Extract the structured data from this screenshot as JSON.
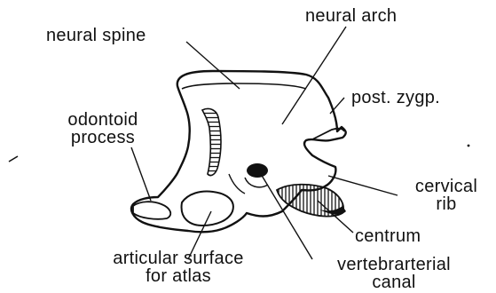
{
  "labels": {
    "neural_spine": "neural spine",
    "neural_arch": "neural arch",
    "post_zygp": "post. zygp.",
    "odontoid": [
      "odontoid",
      "process"
    ],
    "cervical_rib": [
      "cervical",
      "rib"
    ],
    "centrum": "centrum",
    "articular_surface": [
      "articular surface",
      "for atlas"
    ],
    "vertebrarterial_canal": [
      "vertebrarterial",
      "canal"
    ]
  },
  "colors": {
    "ink": "#111111",
    "background": "#ffffff"
  }
}
